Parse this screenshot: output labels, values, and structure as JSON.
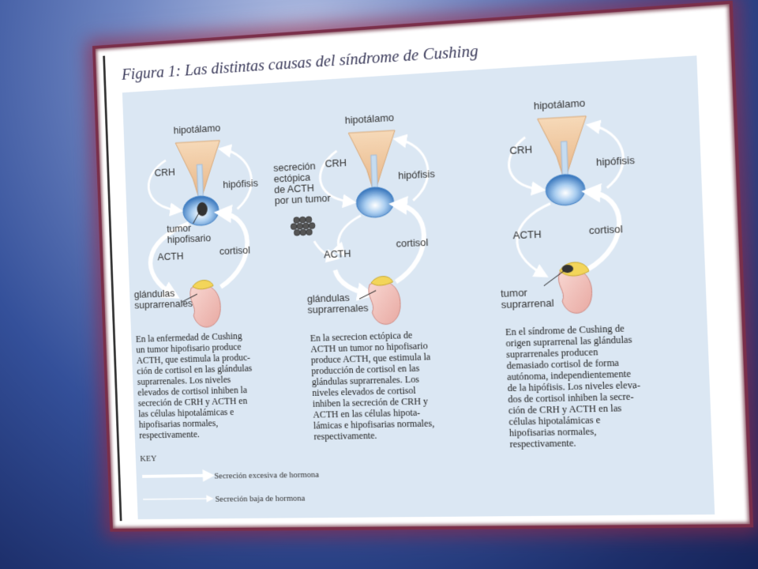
{
  "figure": {
    "title": "Figura 1: Las distintas causas del síndrome de Cushing"
  },
  "panels": [
    {
      "hypothalamus": "hipotálamo",
      "crh": "CRH",
      "pituitary": "hipófisis",
      "tumor_lines": [
        "tumor",
        "hipofisario"
      ],
      "acth": "ACTH",
      "cortisol": "cortisol",
      "adrenal_lines": [
        "glándulas",
        "suprarrenales"
      ],
      "caption_lines": [
        "En la enfermedad de Cushing",
        "un tumor hipofisario produce",
        "ACTH, que estimula la produc-",
        "ción de cortisol en las glándulas",
        "suprarrenales. Los niveles",
        "elevados de cortisol inhiben la",
        "secreción de CRH y ACTH en",
        "las células hipotalámicas e",
        "hipofisarias normales,",
        "respectivamente."
      ]
    },
    {
      "hypothalamus": "hipotálamo",
      "crh": "CRH",
      "pituitary": "hipófisis",
      "ectopic_lines": [
        "secreción",
        "ectópica",
        "de ACTH",
        "por un tumor"
      ],
      "acth": "ACTH",
      "cortisol": "cortisol",
      "adrenal_lines": [
        "glándulas",
        "suprarrenales"
      ],
      "caption_lines": [
        "En la secrecion ectópica de",
        "ACTH un tumor no hipofisario",
        "produce ACTH, que estimula la",
        "producción de cortisol en las",
        "glándulas suprarrenales. Los",
        "niveles elevados de cortisol",
        "inhiben la secreción de CRH y",
        "ACTH en las células hipota-",
        "lámicas e hipofisarias normales,",
        "respectivamente."
      ]
    },
    {
      "hypothalamus": "hipotálamo",
      "crh": "CRH",
      "pituitary": "hipófisis",
      "acth": "ACTH",
      "cortisol": "cortisol",
      "tumor_lines": [
        "tumor",
        "suprarrenal"
      ],
      "caption_lines": [
        "En el síndrome de Cushing de",
        "origen suprarrenal las glándulas",
        "suprarrenales producen",
        "demasiado cortisol de forma",
        "autónoma, independientemente",
        "de la hipófisis. Los niveles eleva-",
        "dos de cortisol inhiben la secre-",
        "ción de CRH y ACTH en las",
        "células hipotalámicas e",
        "hipofisarias normales,",
        "respectivamente."
      ]
    }
  ],
  "key": {
    "heading": "KEY",
    "excessive": "Secreción excesiva de hormona",
    "low": "Secreción baja de hormona"
  },
  "colors": {
    "panel_bg": "#dbe7f3",
    "hypothalamus": "#f2cfa8",
    "pituitary": "#3f7fc4",
    "adrenal": "#f3c6c1",
    "adrenal_cap": "#f3d55a",
    "frame_glow": "#9b2d4f"
  }
}
